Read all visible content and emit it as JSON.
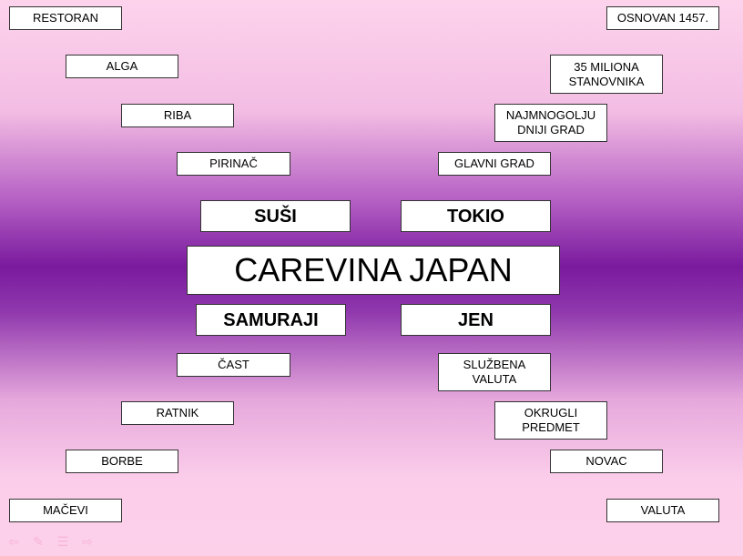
{
  "center": "CAREVINA JAPAN",
  "keys": {
    "top_left": "SUŠI",
    "top_right": "TOKIO",
    "bottom_left": "SAMURAJI",
    "bottom_right": "JEN"
  },
  "top_left": [
    "RESTORAN",
    "ALGA",
    "RIBA",
    "PIRINAČ"
  ],
  "top_right": [
    "OSNOVAN 1457.",
    "35 MILIONA STANOVNIKA",
    "NAJMNOGOLJU DNIJI GRAD",
    "GLAVNI GRAD"
  ],
  "bottom_left": [
    "ČAST",
    "RATNIK",
    "BORBE",
    "MAČEVI"
  ],
  "bottom_right": [
    "SLUŽBENA VALUTA",
    "OKRUGLI PREDMET",
    "NOVAC",
    "VALUTA"
  ],
  "controls": {
    "prev": "⇦",
    "pen": "✎",
    "menu": "☰",
    "next": "⇨"
  }
}
